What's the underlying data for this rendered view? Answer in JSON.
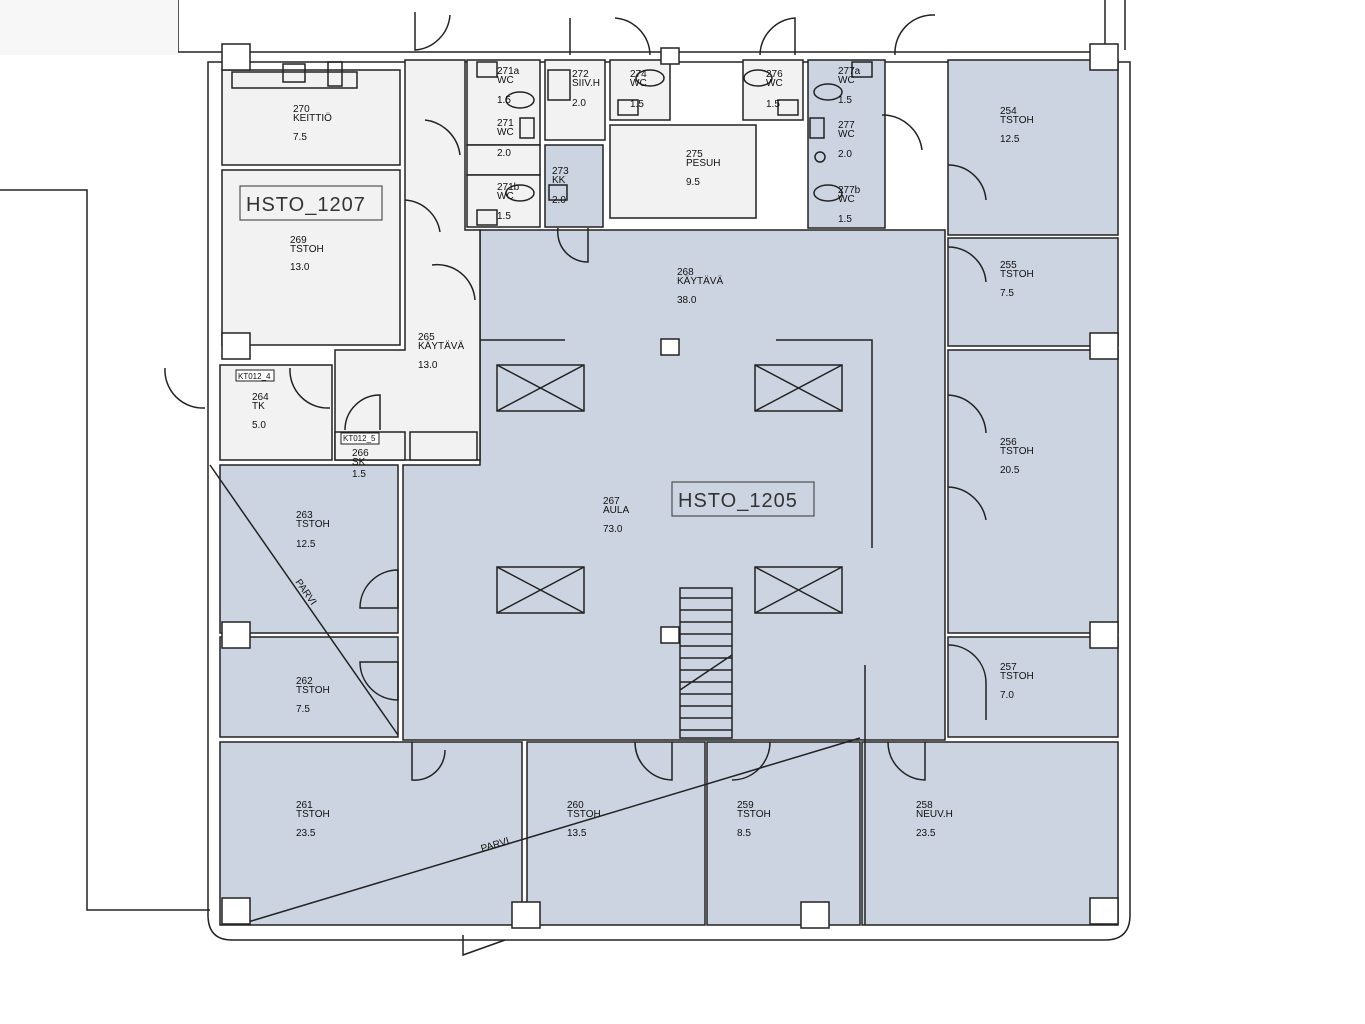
{
  "zones": {
    "left": "HSTO_1207",
    "center": "HSTO_1205"
  },
  "small_tags": [
    "KT012_4",
    "KT012_5"
  ],
  "loft_label": "PARVI",
  "rooms": [
    {
      "no": "270",
      "type": "KEITTIÖ",
      "area": "7.5"
    },
    {
      "no": "269",
      "type": "TSTOH",
      "area": "13.0"
    },
    {
      "no": "265",
      "type": "KÄYTÄVÄ",
      "area": "13.0"
    },
    {
      "no": "264",
      "type": "TK",
      "area": "5.0"
    },
    {
      "no": "266",
      "type": "SK",
      "area": "1.5"
    },
    {
      "no": "263",
      "type": "TSTOH",
      "area": "12.5"
    },
    {
      "no": "262",
      "type": "TSTOH",
      "area": "7.5"
    },
    {
      "no": "261",
      "type": "TSTOH",
      "area": "23.5"
    },
    {
      "no": "260",
      "type": "TSTOH",
      "area": "13.5"
    },
    {
      "no": "259",
      "type": "TSTOH",
      "area": "8.5"
    },
    {
      "no": "258",
      "type": "NEUV.H",
      "area": "23.5"
    },
    {
      "no": "257",
      "type": "TSTOH",
      "area": "7.0"
    },
    {
      "no": "256",
      "type": "TSTOH",
      "area": "20.5"
    },
    {
      "no": "255",
      "type": "TSTOH",
      "area": "7.5"
    },
    {
      "no": "254",
      "type": "TSTOH",
      "area": "12.5"
    },
    {
      "no": "268",
      "type": "KÄYTÄVÄ",
      "area": "38.0"
    },
    {
      "no": "267",
      "type": "AULA",
      "area": "73.0"
    },
    {
      "no": "271a",
      "type": "WC",
      "area": "1.5"
    },
    {
      "no": "271",
      "type": "WC",
      "area": "2.0"
    },
    {
      "no": "271b",
      "type": "WC",
      "area": "1.5"
    },
    {
      "no": "272",
      "type": "SIIV.H",
      "area": "2.0"
    },
    {
      "no": "273",
      "type": "KK",
      "area": "2.0"
    },
    {
      "no": "274",
      "type": "WC",
      "area": "1.5"
    },
    {
      "no": "275",
      "type": "PESUH",
      "area": "9.5"
    },
    {
      "no": "276",
      "type": "WC",
      "area": "1.5"
    },
    {
      "no": "277a",
      "type": "WC",
      "area": "1.5"
    },
    {
      "no": "277",
      "type": "WC",
      "area": "2.0"
    },
    {
      "no": "277b",
      "type": "WC",
      "area": "1.5"
    }
  ]
}
